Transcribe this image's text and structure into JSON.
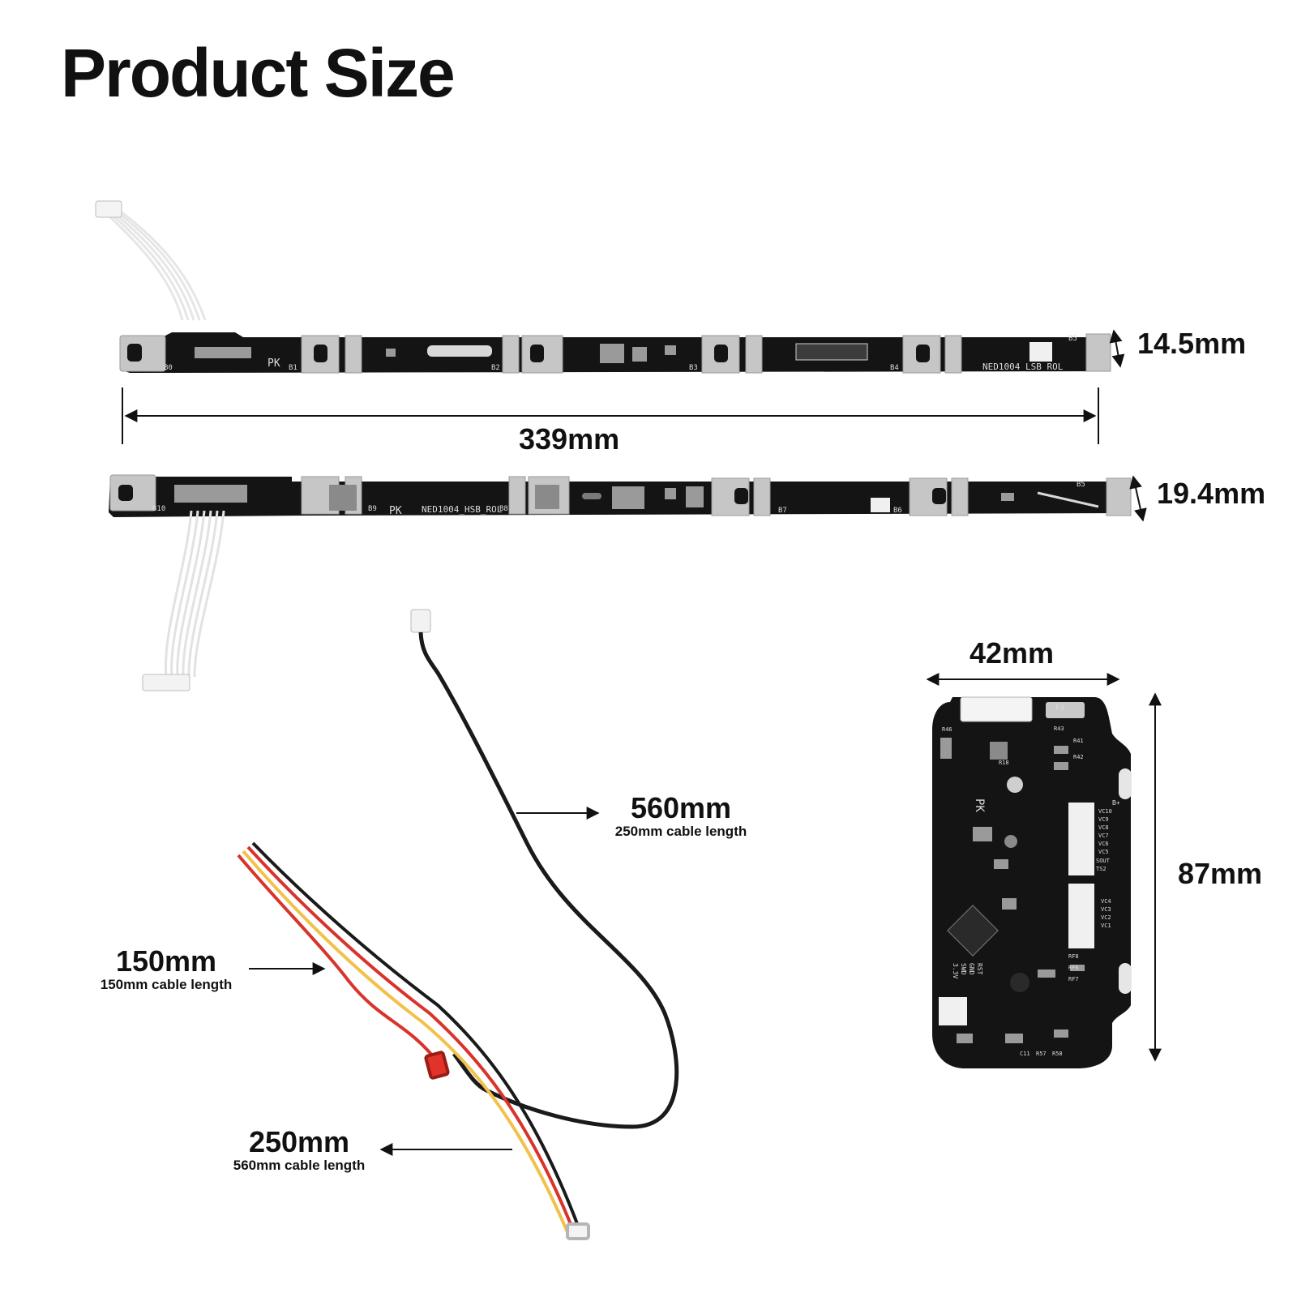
{
  "page": {
    "title": "Product Size"
  },
  "dimensions": {
    "strip1_length": "339mm",
    "strip1_width": "14.5mm",
    "strip2_width": "19.4mm",
    "board_width": "42mm",
    "board_height": "87mm",
    "cable_black": {
      "value": "560mm",
      "note": "250mm cable length"
    },
    "cable_short": {
      "value": "150mm",
      "note": "150mm cable length"
    },
    "cable_long": {
      "value": "250mm",
      "note": "560mm cable length"
    }
  },
  "strip1": {
    "model": "NED1004_LSB_ROL",
    "pads": [
      "B0",
      "B1",
      "B2",
      "B3",
      "B4",
      "B5"
    ],
    "mark": "PK"
  },
  "strip2": {
    "model": "NED1004_HSB_ROL",
    "pads": [
      "B10",
      "B9",
      "B8",
      "B7",
      "B6",
      "B5"
    ],
    "mark": "PK"
  },
  "board": {
    "mark": "PK",
    "labels": [
      "F3",
      "R46",
      "R18",
      "R43",
      "R41",
      "R42",
      "B+",
      "VC10",
      "VC9",
      "VC8",
      "VC7",
      "VC6",
      "VC5",
      "SOUT",
      "TS2",
      "VC4",
      "VC3",
      "VC2",
      "VC1",
      "RST",
      "GND",
      "SWD",
      "3.3V",
      "RF8",
      "RF6",
      "RF7",
      "R57",
      "R58",
      "C11"
    ]
  },
  "colors": {
    "pcb": "#141414",
    "pad": "#c9c9c9",
    "wire_red": "#d8342b",
    "wire_yellow": "#f2c14b",
    "wire_black": "#1a1a1a"
  }
}
